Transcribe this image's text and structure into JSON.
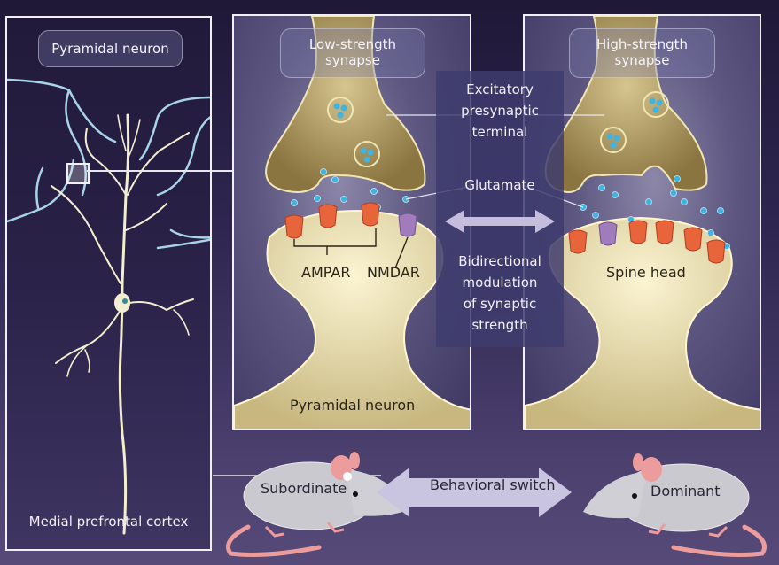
{
  "left_panel": {
    "title": "Pyramidal neuron",
    "footer": "Medial prefrontal cortex"
  },
  "low_panel": {
    "title_line1": "Low-strength",
    "title_line2": "synapse",
    "receptor_labels": {
      "ampar": "AMPAR",
      "nmdar": "NMDAR"
    },
    "footer": "Pyramidal neuron",
    "receptor_counts": {
      "ampar": 3,
      "nmdar": 1
    }
  },
  "high_panel": {
    "title_line1": "High-strength",
    "title_line2": "synapse",
    "spine_label": "Spine head",
    "receptor_counts": {
      "ampar": 5,
      "nmdar": 1
    }
  },
  "center_labels": {
    "presynaptic": [
      "Excitatory",
      "presynaptic",
      "terminal"
    ],
    "glutamate": "Glutamate",
    "modulation": [
      "Bidirectional",
      "modulation",
      "of synaptic",
      "strength"
    ]
  },
  "behavior": {
    "left_mouse": "Subordinate",
    "switch_label": "Behavioral switch",
    "right_mouse": "Dominant"
  },
  "colors": {
    "terminal": "#b9a56a",
    "spine": "#e8dcaa",
    "glutamate": "#3fb4e0",
    "ampar": "#e8643a",
    "nmdar": "#a07cbc",
    "dendrite": "#f4eed0",
    "axon": "#a8d4e8",
    "mouse": "#c9c9cf",
    "mouse_pink": "#ec9c9c"
  }
}
